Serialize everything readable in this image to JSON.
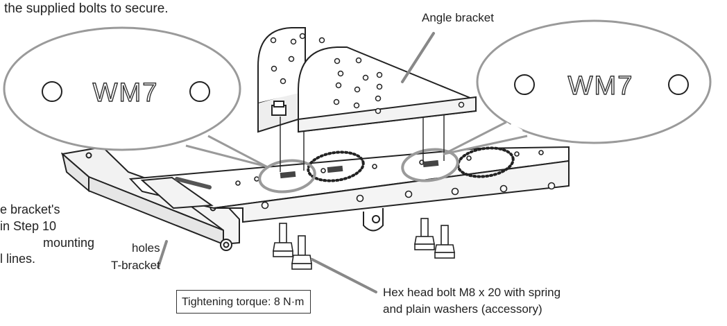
{
  "instruction_fragment": "the supplied bolts to secure.",
  "callouts": {
    "left_marking": "WM7",
    "right_marking": "WM7"
  },
  "labels": {
    "angle_bracket": "Angle bracket",
    "holes": "holes",
    "t_bracket": "T-bracket",
    "bolt_line1": "Hex head bolt M8 x 20 with spring",
    "bolt_line2": "and plain washers (accessory)",
    "torque": "Tightening torque: 8 N·m"
  },
  "side_note": {
    "line1": "e bracket's",
    "line2": "in  Step 10",
    "line3": "mounting",
    "line4": "l lines."
  },
  "colors": {
    "line": "#222222",
    "callout_outline": "#9a9a9a",
    "shading": "#bfbfbf",
    "background": "#ffffff"
  }
}
